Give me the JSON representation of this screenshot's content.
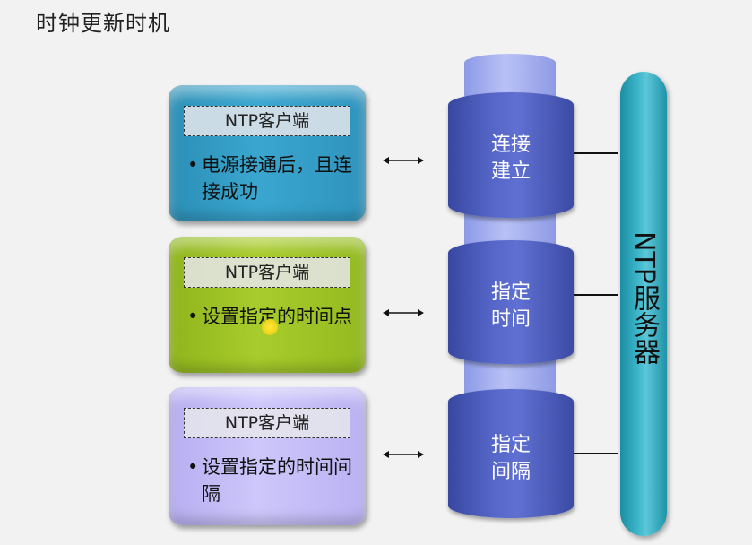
{
  "title": "时钟更新时机",
  "clients": [
    {
      "header": "NTP客户端",
      "bullet": "•",
      "text": "电源接通后，且连接成功"
    },
    {
      "header": "NTP客户端",
      "bullet": "•",
      "text": "设置指定的时间点"
    },
    {
      "header": "NTP客户端",
      "bullet": "•",
      "text": "设置指定的时间间隔"
    }
  ],
  "server_steps": [
    "连接建立",
    "指定时间",
    "指定间隔"
  ],
  "server": "NTP服务器",
  "colors": {
    "client1": "#3aa6cf",
    "client2": "#a8cc2c",
    "client3": "#cdc7fb",
    "step": "#5566c8",
    "server": "#3fb8cb"
  }
}
